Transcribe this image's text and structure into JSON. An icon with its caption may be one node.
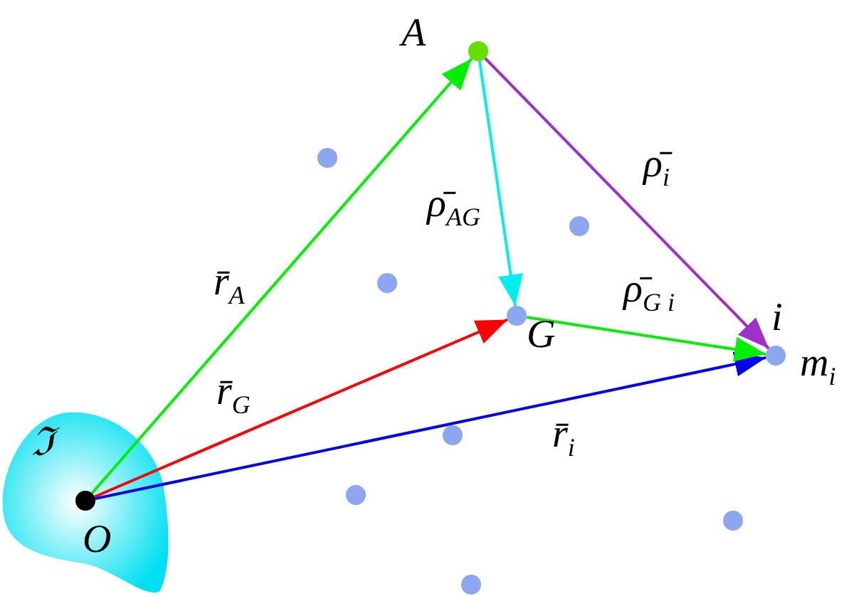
{
  "diagram": {
    "nodes": [
      {
        "text": [
          "ℑ"
        ]
      },
      {
        "text": [
          "O"
        ],
        "in": 0
      },
      {
        "text": [
          "A"
        ]
      },
      {
        "text": [
          "G"
        ]
      },
      {
        "text": [
          "i"
        ],
        "beside": [
          "m$_{i}$"
        ]
      },
      {
        "text": [],
        "shape": "circle"
      },
      {
        "text": [],
        "shape": "circle"
      },
      {
        "text": [],
        "shape": "circle"
      },
      {
        "text": [],
        "shape": "circle"
      },
      {
        "text": [],
        "shape": "circle"
      },
      {
        "text": [],
        "shape": "circle"
      },
      {
        "text": [],
        "shape": "circle"
      }
    ],
    "edges": [
      {
        "from": 1,
        "to": 2,
        "arrow": "to",
        "label": "r̄$_{A}$",
        "color": "#00ee00"
      },
      {
        "from": 1,
        "to": 3,
        "arrow": "to",
        "label": "r̄$_{G}$",
        "color": "#ff0000"
      },
      {
        "from": 1,
        "to": 4,
        "arrow": "to",
        "label": "r̄$_{i}$",
        "color": "#0000ee"
      },
      {
        "from": 2,
        "to": 3,
        "arrow": "to",
        "label": "ρ̄$_{AG}$",
        "color": "#00eeee"
      },
      {
        "from": 2,
        "to": 4,
        "arrow": "to",
        "label": "ρ̄$_{i}$",
        "color": "#a030c8"
      },
      {
        "from": 3,
        "to": 4,
        "arrow": "to",
        "label": "ρ̄$_{G i}$",
        "color": "#00ee00"
      }
    ]
  }
}
